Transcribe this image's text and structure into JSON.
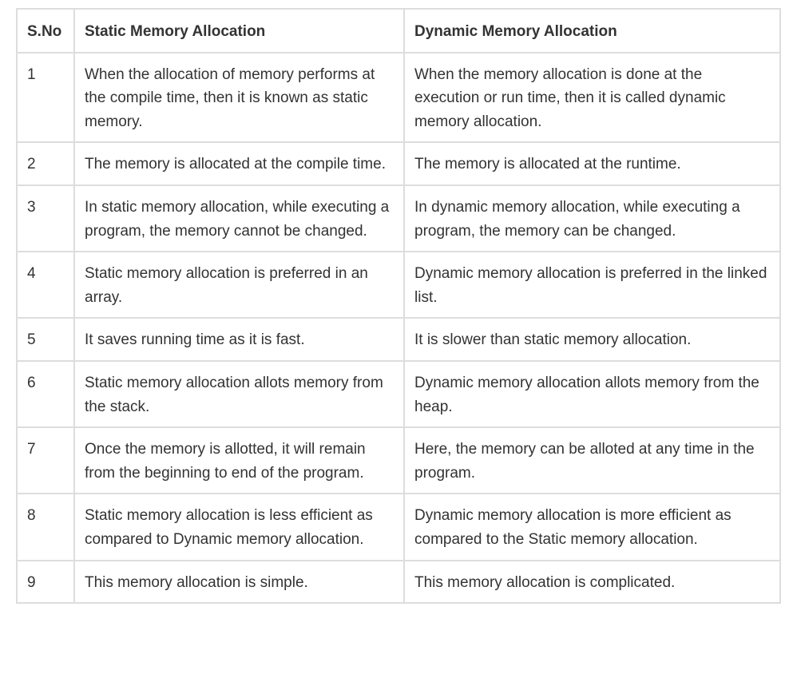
{
  "table": {
    "headers": [
      "S.No",
      "Static Memory Allocation",
      "Dynamic Memory Allocation"
    ],
    "rows": [
      [
        "1",
        "When the allocation of memory performs at the compile time, then it is known as static memory.",
        "When the memory allocation is done at the execution or run time, then it is called dynamic memory allocation."
      ],
      [
        "2",
        "The memory is allocated at the compile time.",
        "The memory is allocated at the runtime."
      ],
      [
        "3",
        "In static memory allocation, while executing a program, the memory cannot be changed.",
        "In dynamic memory allocation, while executing a program, the memory can be changed."
      ],
      [
        "4",
        "Static memory allocation is preferred in an array.",
        "Dynamic memory allocation is preferred in the linked list."
      ],
      [
        "5",
        "It saves running time as it is fast.",
        "It is slower than static memory allocation."
      ],
      [
        "6",
        "Static memory allocation allots memory from the stack.",
        "Dynamic memory allocation allots memory from the heap."
      ],
      [
        "7",
        "Once the memory is allotted, it will remain from the beginning to end of the program.",
        "Here, the memory can be alloted at any time in the program."
      ],
      [
        "8",
        "Static memory allocation is less efficient as compared to Dynamic memory allocation.",
        "Dynamic memory allocation is more efficient as compared to the Static memory allocation."
      ],
      [
        "9",
        "This memory allocation is simple.",
        "This memory allocation is complicated."
      ]
    ]
  }
}
